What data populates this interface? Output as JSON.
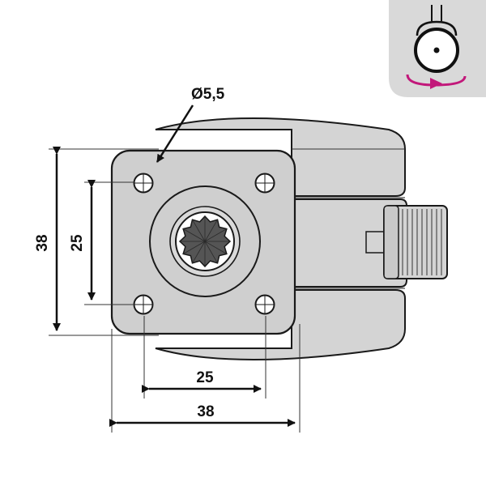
{
  "dimensions": {
    "hole_diameter": "Ø5,5",
    "outer_height": "38",
    "inner_height": "25",
    "inner_width": "25",
    "outer_width": "38"
  },
  "icon": {
    "name": "rotation-direction-icon",
    "arrow_color": "#c2187a",
    "background": "#d9d9d9"
  },
  "colors": {
    "body_fill": "#d4d4d4",
    "plate_fill": "#cfcfcf",
    "line": "#1a1a1a"
  }
}
